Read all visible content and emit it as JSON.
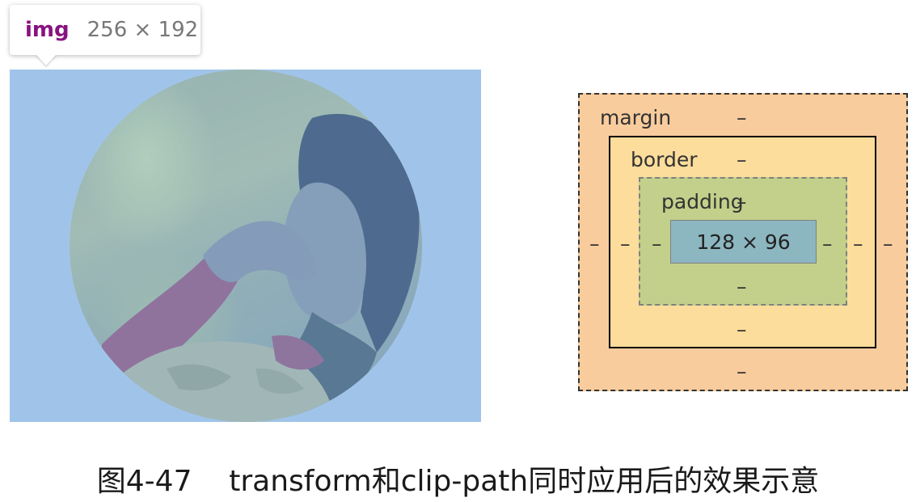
{
  "tooltip": {
    "tag": "img",
    "dimensions": "256 × 192"
  },
  "box_model": {
    "margin_label": "margin",
    "border_label": "border",
    "padding_label": "padding",
    "content_size": "128 × 96",
    "margin_top": "–",
    "margin_left": "–",
    "margin_right": "–",
    "margin_bottom": "–",
    "border_top": "–",
    "border_left": "–",
    "border_right": "–",
    "border_bottom": "–",
    "padding_top": "–",
    "padding_left": "–",
    "padding_right": "–",
    "padding_bottom": "–"
  },
  "caption": "图4-47    transform和clip-path同时应用后的效果示意",
  "colors": {
    "highlight": "#a0c4e9",
    "margin": "#f9cc9d",
    "border": "#fddd9b",
    "padding": "#c3d08b",
    "content": "#8cb6c0",
    "tag": "#881280"
  }
}
